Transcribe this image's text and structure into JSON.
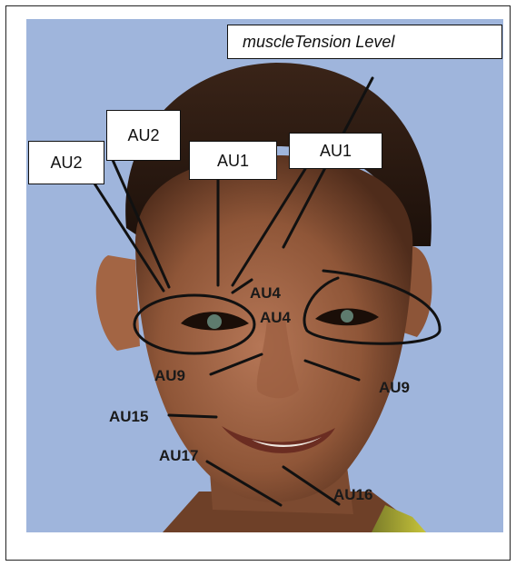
{
  "callouts": {
    "muscle_tension": "muscleTension Level",
    "au2_left": "AU2",
    "au2_right": "AU2",
    "au1_left": "AU1",
    "au1_right": "AU1"
  },
  "labels": {
    "au4_upper": "AU4",
    "au4_lower": "AU4",
    "au9_left": "AU9",
    "au9_right": "AU9",
    "au15": "AU15",
    "au17": "AU17",
    "au16": "AU16"
  },
  "colors": {
    "background": "#9fb5dc",
    "skin": "#b07152",
    "hair": "#2a1810",
    "annotation": "#111111"
  }
}
